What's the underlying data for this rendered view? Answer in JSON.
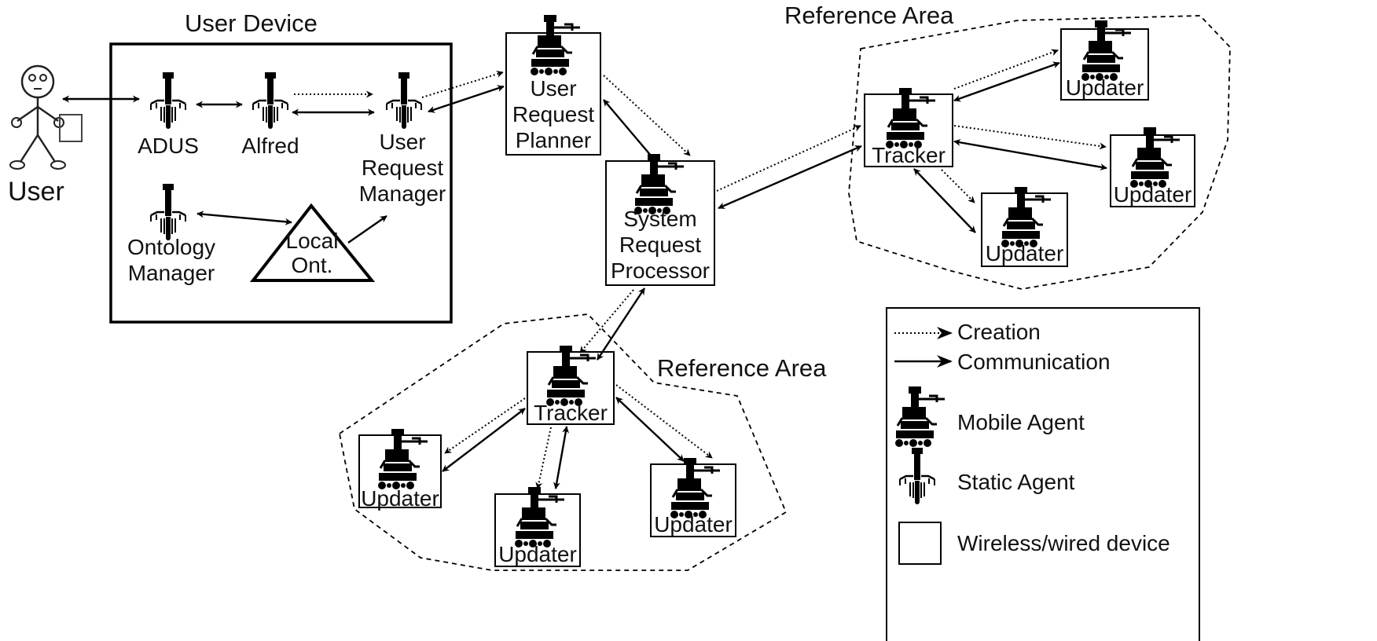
{
  "labels": {
    "user_device": "User Device",
    "user": "User",
    "adus": "ADUS",
    "alfred": "Alfred",
    "urm": [
      "User",
      "Request",
      "Manager"
    ],
    "ontology_manager": [
      "Ontology",
      "Manager"
    ],
    "local_ont": [
      "Local",
      "Ont."
    ],
    "urp": [
      "User",
      "Request",
      "Planner"
    ],
    "srp": [
      "System",
      "Request",
      "Processor"
    ],
    "reference_area_top": "Reference Area",
    "reference_area_bottom": "Reference Area",
    "tracker": "Tracker",
    "updater": "Updater"
  },
  "legend": {
    "creation": "Creation",
    "communication": "Communication",
    "mobile_agent": "Mobile Agent",
    "static_agent": "Static Agent",
    "device": "Wireless/wired device"
  }
}
